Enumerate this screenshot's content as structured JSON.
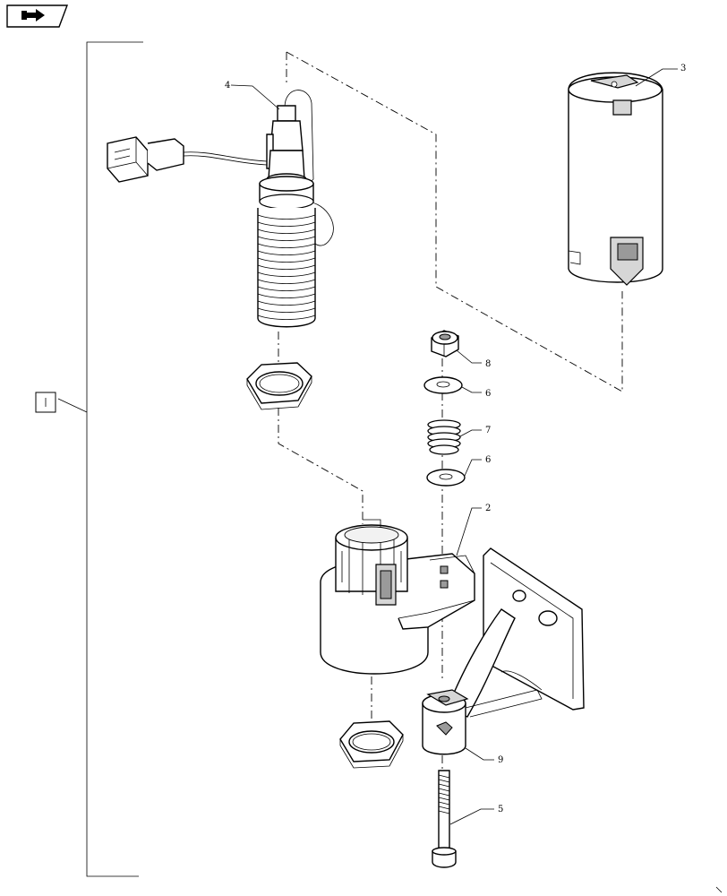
{
  "nav": {
    "icon": "arrow-right-icon"
  },
  "legend_box": {
    "icon": "book-icon"
  },
  "callouts": [
    {
      "id": "1",
      "label": "4"
    },
    {
      "id": "2",
      "label": "3"
    },
    {
      "id": "3",
      "label": "8"
    },
    {
      "id": "4",
      "label": "6"
    },
    {
      "id": "5",
      "label": "7"
    },
    {
      "id": "6",
      "label": "6"
    },
    {
      "id": "7",
      "label": "2"
    },
    {
      "id": "8",
      "label": "9"
    },
    {
      "id": "9",
      "label": "5"
    }
  ]
}
